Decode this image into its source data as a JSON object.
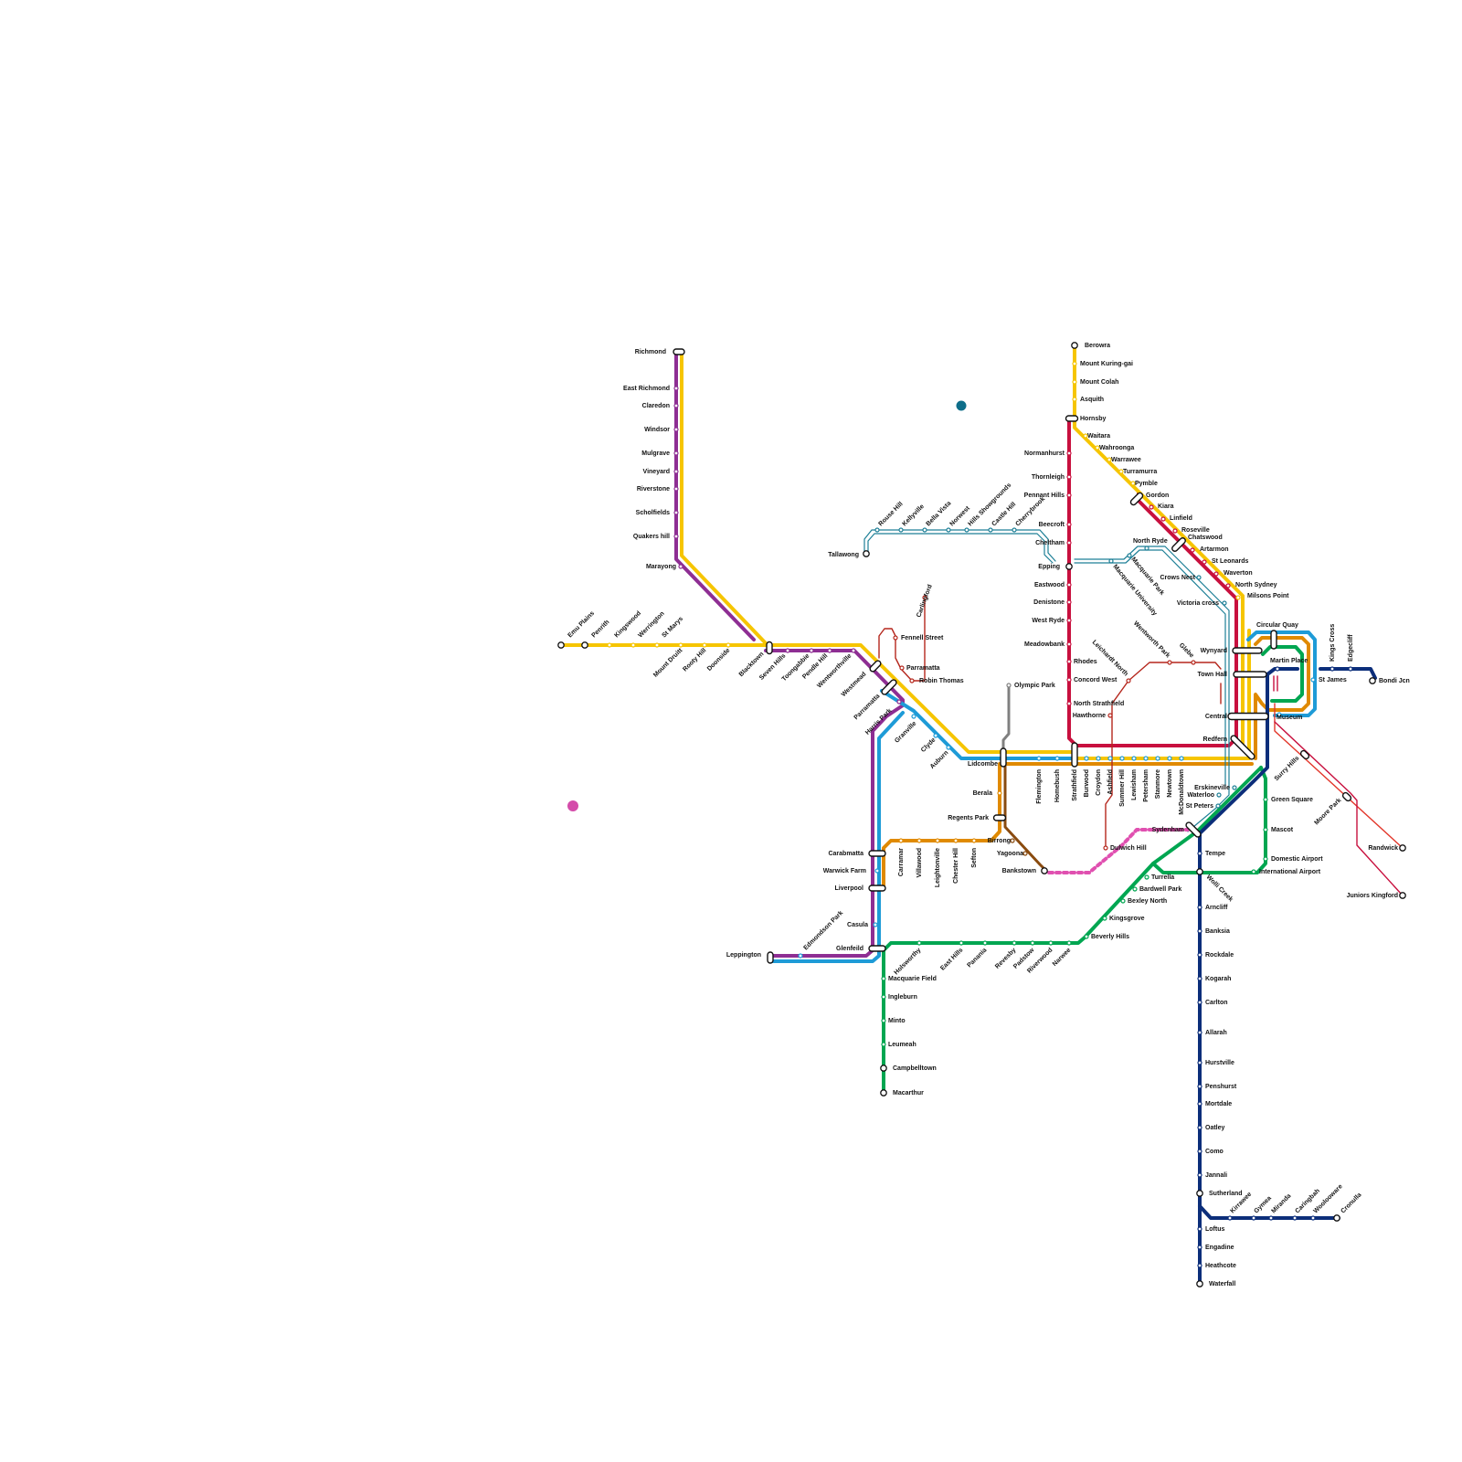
{
  "map_title": "",
  "colors": {
    "yellow": "#F6C500",
    "purple": "#8E2E93",
    "blue": "#1E9BD7",
    "red": "#C8103E",
    "orange": "#E08A00",
    "green": "#00A651",
    "navy": "#0C2E7A",
    "teal": "#1D7F96",
    "brown": "#8A4B0F",
    "grey": "#808080",
    "magenta": "#E050B0",
    "darkred": "#B5271D",
    "light_red": "#E2362A"
  },
  "legend_dots": [
    {
      "name": "teal-legend-dot",
      "color": "#0E6E8A"
    },
    {
      "name": "magenta-legend-dot",
      "color": "#D44CAA"
    }
  ],
  "stations": {
    "Richmond": "Richmond",
    "East Richmond": "East Richmond",
    "Clarendon": "Claredon",
    "Windsor": "Windsor",
    "Mulgrave": "Mulgrave",
    "Vineyard": "Vineyard",
    "Riverstone": "Riverstone",
    "Schofields": "Scholfields",
    "Quakers Hill": "Quakers hill",
    "Marayong": "Marayong",
    "Emu Plains": "Emu Plains",
    "Penrith": "Penrith",
    "Kingswood": "Kingswood",
    "Werrington": "Werrington",
    "St Marys": "St Marys",
    "Mount Druitt": "Mount Druitt",
    "Rooty Hill": "Rooty Hill",
    "Doonside": "Doonside",
    "Blacktown": "Blacktown",
    "Seven Hills": "Seven Hills",
    "Toongabbie": "Toongabbie",
    "Pendle Hill": "Pendle Hill",
    "Wentworthville": "Wentworthville",
    "Westmead": "Westmead",
    "Parramatta": "Parramatta",
    "Harris Park": "Harris Park",
    "Granville": "Granville",
    "Clyde": "Clyde",
    "Auburn": "Auburn",
    "Lidcombe": "Lidcombe",
    "Flemington": "Flemington",
    "Homebush": "Homebush",
    "Strathfield": "Strathfield",
    "Burwood": "Burwood",
    "Croydon": "Croydon",
    "Ashfield": "Ashfield",
    "Summer Hill": "Summer Hill",
    "Lewisham": "Lewisham",
    "Petersham": "Petersham",
    "Stanmore": "Stanmore",
    "Newtown": "Newtown",
    "Macdonaldtown": "McDonaldtown",
    "Redfern": "Redfern",
    "Central": "Central",
    "Town Hall": "Town Hall",
    "Wynyard": "Wynyard",
    "Circular Quay": "Circular Quay",
    "St James": "St James",
    "Museum": "Museum",
    "Martin Place": "Martin Place",
    "Kings Cross": "Kings Cross",
    "Edgecliff": "Edgecliff",
    "Bondi Jcn": "Bondi Jcn",
    "Berowra": "Berowra",
    "Mount Kuring-gai": "Mount Kuring-gai",
    "Mount Colah": "Mount Colah",
    "Asquith": "Asquith",
    "Hornsby": "Hornsby",
    "Waitara": "Waitara",
    "Wahroonga": "Wahroonga",
    "Warrawee": "Warrawee",
    "Turramurra": "Turramurra",
    "Pymble": "Pymble",
    "Gordon": "Gordon",
    "Killara": "Kiara",
    "Lindfield": "Linfield",
    "Roseville": "Roseville",
    "Chatswood": "Chatswood",
    "Artarmon": "Artarmon",
    "St Leonards": "St Leonards",
    "Waverton": "Waverton",
    "North Sydney": "North Sydney",
    "Milsons Point": "Milsons Point",
    "Normanhurst": "Normanhurst",
    "Thornleigh": "Thornleigh",
    "Pennant Hills": "Pennant Hills",
    "Beecroft": "Beecroft",
    "Cheltham": "Cheltham",
    "Epping": "Epping",
    "Eastwood": "Eastwood",
    "Denistone": "Denistone",
    "West Ryde": "West Ryde",
    "Meadowbank": "Meadowbank",
    "Rhodes": "Rhodes",
    "Concord West": "Concord West",
    "North Strathfield": "North Strathfield",
    "Tallawong": "Tallawong",
    "Rouse Hill": "Rouse Hill",
    "Kellyville": "Kellyville",
    "Bella Vista": "Bella Vista",
    "Norwest": "Norwest",
    "Hills Showgrounds": "Hills Showgrounds",
    "Castle Hill": "Castle Hill",
    "Cherrybrook": "Cherrybrook",
    "Macquarie University": "Macquarie University",
    "Macquarie Park": "Macquarie Park",
    "North Ryde": "North Ryde",
    "Crows Nest": "Crows Nest",
    "Victoria cross": "Victoria cross",
    "Barangaroo": "",
    "Carlingford": "Carlingford",
    "Fennell Street": "Fennell Street",
    "Parramatta LR": "Parramatta",
    "Robin Thomas": "Robin Thomas",
    "Olympic Park": "Olympic Park",
    "Berala": "Berala",
    "Regents Park": "Regents Park",
    "Birrong": "Birrong",
    "Yagoona": "Yagoona",
    "Bankstown": "Bankstown",
    "Carramar": "Carramar",
    "Villawood": "Villawood",
    "Leightonfield": "Leightonville",
    "Chester Hill": "Chester Hill",
    "Sefton": "Sefton",
    "Cabramatta": "Carabmatta",
    "Warwick Farm": "Warwick Farm",
    "Liverpool": "Liverpool",
    "Casula": "Casula",
    "Glenfield": "Glenfeild",
    "Leppington": "Leppington",
    "Edmondson Park": "Edmondson Park",
    "Holsworthy": "Holsworthy",
    "East Hills": "East Hills",
    "Panania": "Panania",
    "Revesby": "Revesby",
    "Padstow": "Padstow",
    "Riverwood": "Riverwood",
    "Narwee": "Narwee",
    "Beverly Hills": "Beverly Hills",
    "Kingsgrove": "Kingsgrove",
    "Bexley North": "Bexley North",
    "Bardwell Park": "Bardwell Park",
    "Turrella": "Turrella",
    "Macquarie Field": "Macquarie Field",
    "Ingleburn": "Ingleburn",
    "Minto": "Minto",
    "Leumeah": "Leumeah",
    "Campbelltown": "Campbelltown",
    "Macarthur": "Macarthur",
    "Erskineville": "Erskineville",
    "St Peters": "St Peters",
    "Sydenham": "Sydenham",
    "Waterloo": "Waterloo",
    "Tempe": "Tempe",
    "Wolli Creek": "Wolli Creek",
    "International Airport": "International Airport",
    "Domestic Airport": "Domestic Airport",
    "Mascot": "Mascot",
    "Green Square": "Green Square",
    "Arncliffe": "Arncliff",
    "Banksia": "Banksia",
    "Rockdale": "Rockdale",
    "Kogarah": "Kogarah",
    "Carlton": "Carlton",
    "Allawah": "Allarah",
    "Hurstville": "Hurstville",
    "Penshurst": "Penshurst",
    "Mortdale": "Mortdale",
    "Oatley": "Oatley",
    "Como": "Como",
    "Jannali": "Jannali",
    "Sutherland": "Sutherland",
    "Loftus": "Loftus",
    "Engadine": "Engadine",
    "Heathcote": "Heathcote",
    "Waterfall": "Waterfall",
    "Kirrawee": "Kirrawee",
    "Gymea": "Gymea",
    "Miranda": "Miranda",
    "Caringbah": "Caringbah",
    "Woolooware": "Woolooware",
    "Cronulla": "Cronulla",
    "Leichhardt North": "Leichardt North",
    "Hawthorne": "Hawthorne",
    "Dulwich Hill": "Dulwich Hill",
    "Wentworth Park": "Wentworth Park",
    "Glebe": "Glebe",
    "Surry Hills": "Surry Hills",
    "Moore Park": "Moore Park",
    "Randwick": "Randwick",
    "Juniors Kingsford": "Juniors Kingford"
  }
}
